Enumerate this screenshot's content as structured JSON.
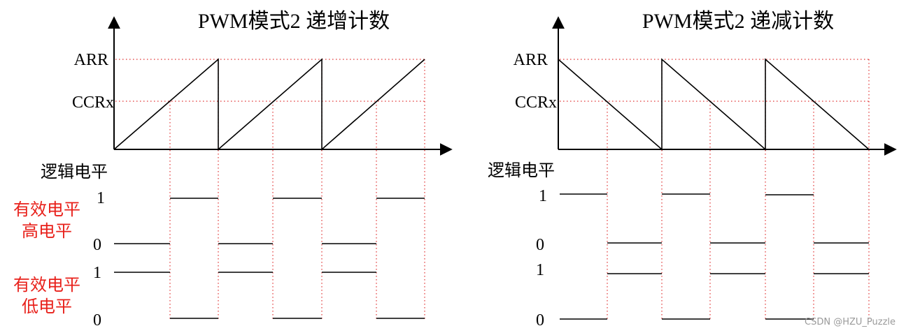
{
  "watermark": "CSDN @HZU_Puzzle",
  "panels": [
    {
      "title": "PWM模式2 递增计数",
      "arr_label": "ARR",
      "ccr_label": "CCRx",
      "logic_label": "逻辑电平",
      "high_label": "1",
      "low_label": "0",
      "active_high_line1": "有效电平",
      "active_high_line2": "高电平",
      "active_low_line1": "有效电平",
      "active_low_line2": "低电平"
    },
    {
      "title": "PWM模式2 递减计数",
      "arr_label": "ARR",
      "ccr_label": "CCRx",
      "logic_label": "逻辑电平",
      "high_label": "1",
      "low_label": "0"
    }
  ],
  "chart_data": [
    {
      "type": "line",
      "title": "PWM模式2 递增计数",
      "counting": "up",
      "periods": 3,
      "levels": {
        "ARR": 1.0,
        "CCRx": 0.5
      },
      "counter": [
        0,
        1,
        0,
        1,
        0,
        1
      ],
      "active_high_output": [
        0,
        1,
        0,
        1,
        0,
        1
      ],
      "active_low_output": [
        1,
        0,
        1,
        0,
        1,
        0
      ]
    },
    {
      "type": "line",
      "title": "PWM模式2 递减计数",
      "counting": "down",
      "periods": 3,
      "levels": {
        "ARR": 1.0,
        "CCRx": 0.5
      },
      "counter": [
        1,
        0,
        1,
        0,
        1,
        0
      ],
      "active_high_output": [
        1,
        0,
        1,
        0,
        1,
        0
      ],
      "active_low_output": [
        0,
        1,
        0,
        1,
        0,
        1
      ]
    }
  ]
}
